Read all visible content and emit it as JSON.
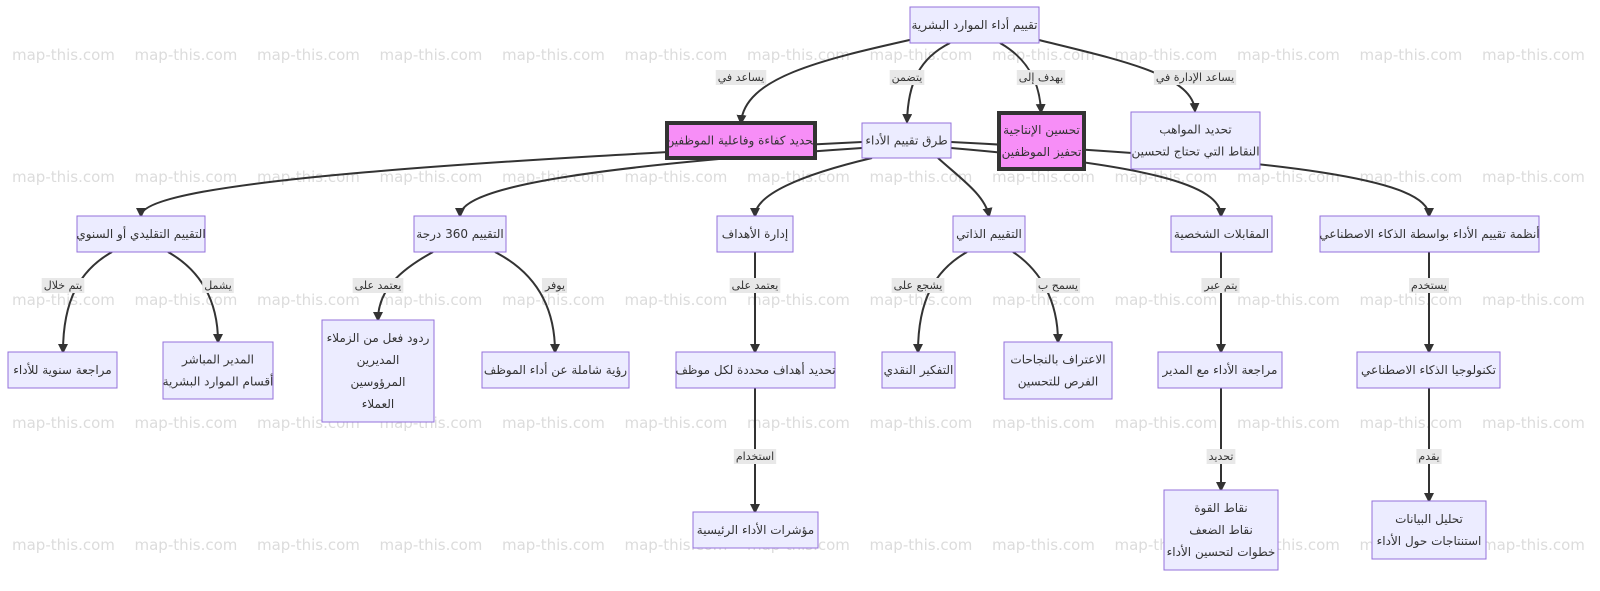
{
  "watermark": "map-this.com",
  "nodes": {
    "root": [
      "تقييم أداء الموارد البشرية"
    ],
    "efficiency": [
      "تحديد كفاءة وفاعلية الموظفين"
    ],
    "methods": [
      "طرق تقييم الأداء"
    ],
    "productivity": [
      "تحسين الإنتاجية",
      "تحفيز الموظفين"
    ],
    "talents": [
      "تحديد المواهب",
      "النقاط التي تحتاج لتحسين"
    ],
    "traditional": [
      "التقييم التقليدي أو السنوي"
    ],
    "deg360": [
      "التقييم 360 درجة"
    ],
    "goals": [
      "إدارة الأهداف"
    ],
    "self": [
      "التقييم الذاتي"
    ],
    "interviews": [
      "المقابلات الشخصية"
    ],
    "ai": [
      "أنظمة تقييم الأداء بواسطة الذكاء الاصطناعي"
    ],
    "annual": [
      "مراجعة سنوية للأداء"
    ],
    "manager": [
      "المدير المباشر",
      "أقسام الموارد البشرية"
    ],
    "feedback": [
      "ردود فعل من الزملاء",
      "المديرين",
      "المرؤوسين",
      "العملاء"
    ],
    "comprehensive": [
      "رؤية شاملة عن أداء الموظف"
    ],
    "setgoals": [
      "تحديد أهداف محددة لكل موظف"
    ],
    "critical": [
      "التفكير النقدي"
    ],
    "achieve": [
      "الاعتراف بالنجاحات",
      "الفرص للتحسين"
    ],
    "review": [
      "مراجعة الأداء مع المدير"
    ],
    "aitech": [
      "تكنولوجيا الذكاء الاصطناعي"
    ],
    "kpi": [
      "مؤشرات الأداء الرئيسية"
    ],
    "strengths": [
      "نقاط القوة",
      "نقاط الضعف",
      "خطوات لتحسين الأداء"
    ],
    "analysis": [
      "تحليل البيانات",
      "استنتاجات حول الأداء"
    ]
  },
  "edge_labels": {
    "root_efficiency": "يساعد في",
    "root_methods": "يتضمن",
    "root_productivity": "يهدف إلى",
    "root_talents": "يساعد الإدارة في",
    "trad_annual": "يتم خلال",
    "trad_manager": "يشمل",
    "d360_feedback": "يعتمد على",
    "d360_comp": "يوفر",
    "goals_set": "يعتمد على",
    "self_critical": "يشجع على",
    "self_achieve": "يسمح ب",
    "int_review": "يتم عبر",
    "ai_tech": "يستخدم",
    "set_kpi": "استخدام",
    "review_strengths": "تحديد",
    "tech_analysis": "يقدم"
  }
}
